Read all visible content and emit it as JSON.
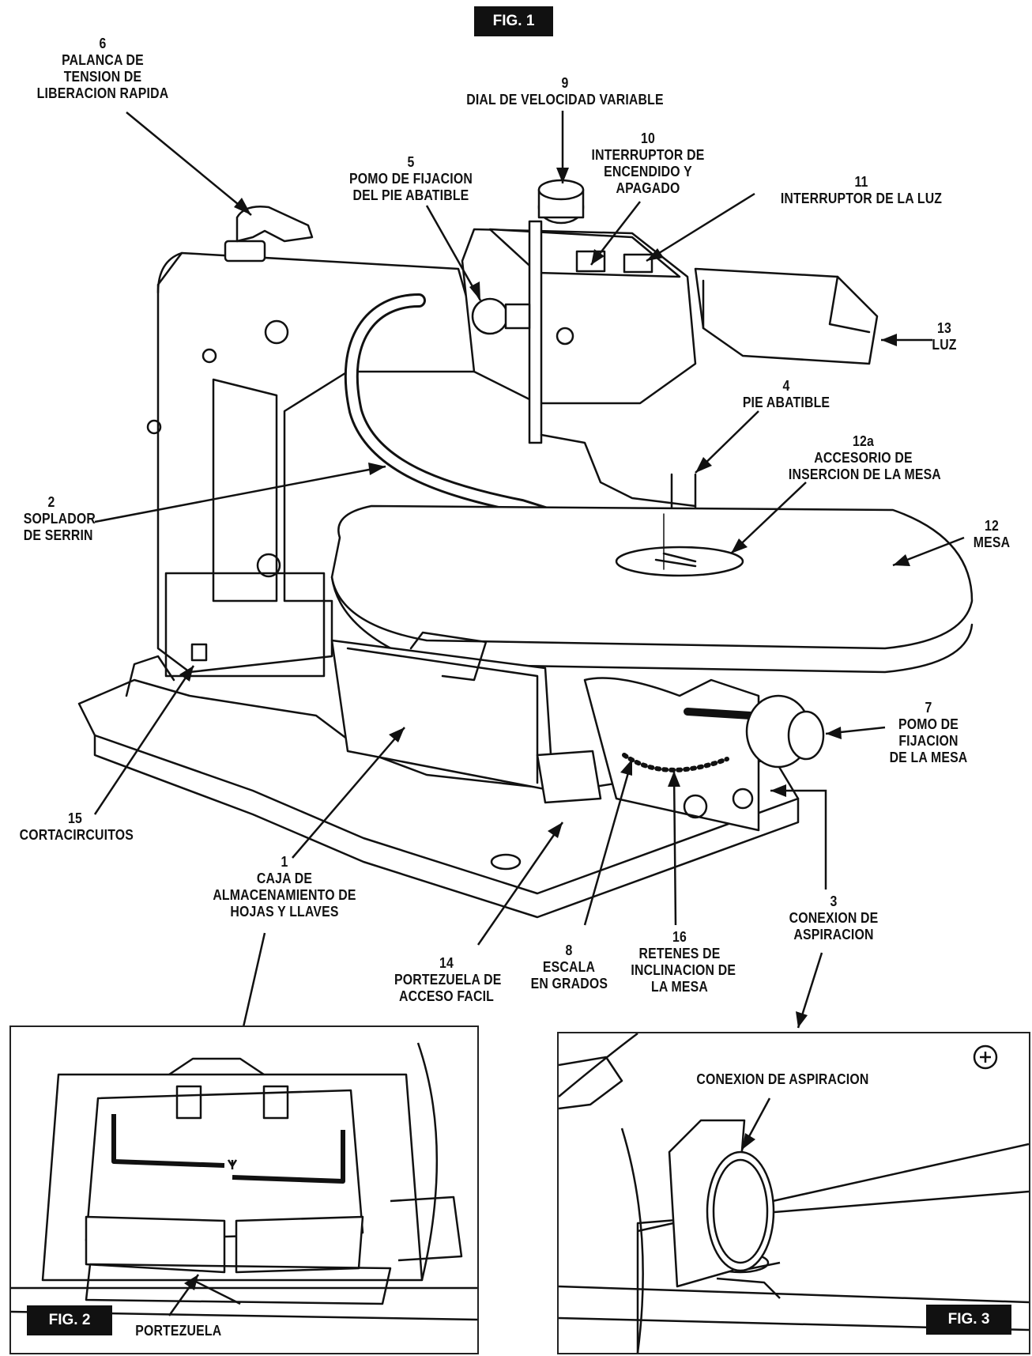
{
  "figures": {
    "fig1": "FIG. 1",
    "fig2": "FIG. 2",
    "fig3": "FIG. 3"
  },
  "callouts": [
    {
      "id": "c6",
      "num": "6",
      "lines": [
        "PALANCA DE",
        "TENSION DE",
        "LIBERACION RAPIDA"
      ]
    },
    {
      "id": "c9",
      "num": "9",
      "lines": [
        "DIAL DE VELOCIDAD VARIABLE"
      ]
    },
    {
      "id": "c10",
      "num": "10",
      "lines": [
        "INTERRUPTOR DE",
        "ENCENDIDO Y",
        "APAGADO"
      ]
    },
    {
      "id": "c5",
      "num": "5",
      "lines": [
        "POMO DE FIJACION",
        "DEL PIE ABATIBLE"
      ]
    },
    {
      "id": "c11",
      "num": "11",
      "lines": [
        "INTERRUPTOR DE LA LUZ"
      ]
    },
    {
      "id": "c13",
      "num": "13",
      "lines": [
        "LUZ"
      ]
    },
    {
      "id": "c4",
      "num": "4",
      "lines": [
        "PIE ABATIBLE"
      ]
    },
    {
      "id": "c12a",
      "num": "12a",
      "lines": [
        "ACCESORIO DE",
        "INSERCION DE LA MESA"
      ]
    },
    {
      "id": "c12",
      "num": "12",
      "lines": [
        "MESA"
      ]
    },
    {
      "id": "c2",
      "num": "2",
      "lines": [
        "SOPLADOR",
        "DE SERRIN"
      ]
    },
    {
      "id": "c7",
      "num": "7",
      "lines": [
        "POMO DE",
        "FIJACION",
        "DE LA MESA"
      ]
    },
    {
      "id": "c15",
      "num": "15",
      "lines": [
        "CORTACIRCUITOS"
      ]
    },
    {
      "id": "c1",
      "num": "1",
      "lines": [
        "CAJA DE",
        "ALMACENAMIENTO DE",
        "HOJAS Y LLAVES"
      ]
    },
    {
      "id": "c3",
      "num": "3",
      "lines": [
        "CONEXION DE",
        "ASPIRACION"
      ]
    },
    {
      "id": "c16",
      "num": "16",
      "lines": [
        "RETENES DE",
        "INCLINACION DE",
        "LA MESA"
      ]
    },
    {
      "id": "c8",
      "num": "8",
      "lines": [
        "ESCALA",
        "EN GRADOS"
      ]
    },
    {
      "id": "c14",
      "num": "14",
      "lines": [
        "PORTEZUELA DE",
        "ACCESO FACIL"
      ]
    }
  ],
  "inset_labels": {
    "portezuela": "PORTEZUELA",
    "conexion": "CONEXION DE ASPIRACION"
  }
}
